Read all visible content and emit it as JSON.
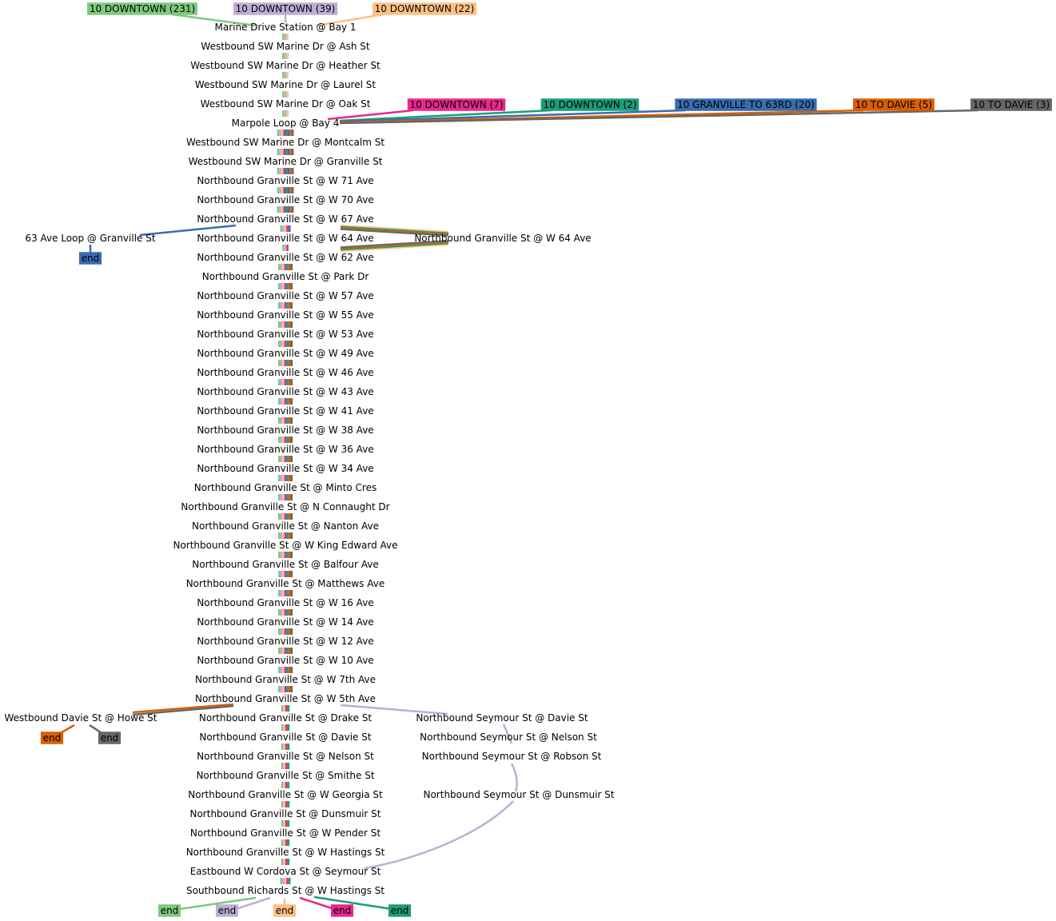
{
  "colors": {
    "route_231": "#7fc97f",
    "route_39": "#beaed4",
    "route_22": "#fdc086",
    "route_7": "#e7298a",
    "route_2": "#1b9e77",
    "route_20": "#386cb0",
    "route_5": "#d95f02",
    "route_3": "#666666"
  },
  "routes": [
    {
      "id": "r231",
      "label": "10 DOWNTOWN (231)",
      "color": "#7fc97f"
    },
    {
      "id": "r39",
      "label": "10 DOWNTOWN (39)",
      "color": "#beaed4"
    },
    {
      "id": "r22",
      "label": "10 DOWNTOWN (22)",
      "color": "#fdc086"
    },
    {
      "id": "r7",
      "label": "10 DOWNTOWN (7)",
      "color": "#e7298a"
    },
    {
      "id": "r2",
      "label": "10 DOWNTOWN (2)",
      "color": "#1b9e77"
    },
    {
      "id": "r20",
      "label": "10 GRANVILLE TO 63RD (20)",
      "color": "#386cb0"
    },
    {
      "id": "r5",
      "label": "10 TO DAVIE (5)",
      "color": "#d95f02"
    },
    {
      "id": "r3",
      "label": "10 TO DAVIE (3)",
      "color": "#666666"
    }
  ],
  "main_stops": [
    "Marine Drive Station @ Bay 1",
    "Westbound SW Marine Dr @ Ash St",
    "Westbound SW Marine Dr @ Heather St",
    "Westbound SW Marine Dr @ Laurel St",
    "Westbound SW Marine Dr @ Oak St",
    "Marpole Loop @ Bay 4",
    "Westbound SW Marine Dr @ Montcalm St",
    "Westbound SW Marine Dr @ Granville St",
    "Northbound Granville St @ W 71 Ave",
    "Northbound Granville St @ W 70 Ave",
    "Northbound Granville St @ W 67 Ave",
    "Northbound Granville St @ W 64 Ave",
    "Northbound Granville St @ W 62 Ave",
    "Northbound Granville St @ Park Dr",
    "Northbound Granville St @ W 57 Ave",
    "Northbound Granville St @ W 55 Ave",
    "Northbound Granville St @ W 53 Ave",
    "Northbound Granville St @ W 49 Ave",
    "Northbound Granville St @ W 46 Ave",
    "Northbound Granville St @ W 43 Ave",
    "Northbound Granville St @ W 41 Ave",
    "Northbound Granville St @ W 38 Ave",
    "Northbound Granville St @ W 36 Ave",
    "Northbound Granville St @ W 34 Ave",
    "Northbound Granville St @ Minto Cres",
    "Northbound Granville St @ N Connaught Dr",
    "Northbound Granville St @ Nanton Ave",
    "Northbound Granville St @ W King Edward Ave",
    "Northbound Granville St @ Balfour Ave",
    "Northbound Granville St @ Matthews Ave",
    "Northbound Granville St @ W 16 Ave",
    "Northbound Granville St @ W 14 Ave",
    "Northbound Granville St @ W 12 Ave",
    "Northbound Granville St @ W 10 Ave",
    "Northbound Granville St @ W 7th Ave",
    "Northbound Granville St @ W 5th Ave",
    "Northbound Granville St @ Drake St",
    "Northbound Granville St @ Davie St",
    "Northbound Granville St @ Nelson St",
    "Northbound Granville St @ Smithe St",
    "Northbound Granville St @ W Georgia St",
    "Northbound Granville St @ Dunsmuir St",
    "Northbound Granville St @ W Pender St",
    "Northbound Granville St @ W Hastings St",
    "Eastbound W Cordova St @ Seymour St",
    "Southbound Richards St @ W Hastings St"
  ],
  "side_stops": {
    "alt_64": "Northbound Granville St @ W 64 Ave",
    "loop_63": "63 Ave Loop @ Granville St",
    "davie_howe": "Westbound Davie St @ Howe St",
    "seymour_davie": "Northbound Seymour St @ Davie St",
    "seymour_nelson": "Northbound Seymour St @ Nelson St",
    "seymour_robson": "Northbound Seymour St @ Robson St",
    "seymour_dunsmuir": "Northbound Seymour St @ Dunsmuir St"
  },
  "end_label": "end"
}
